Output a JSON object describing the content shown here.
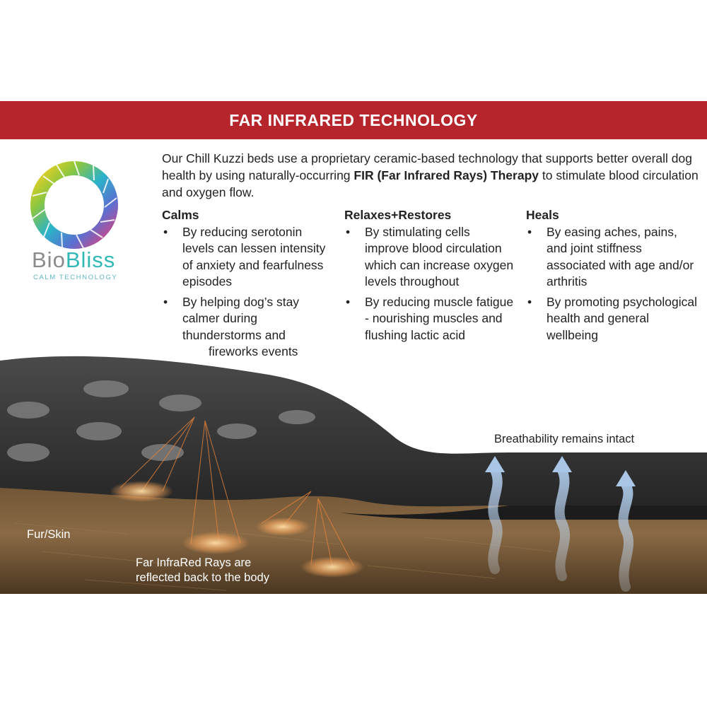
{
  "banner": {
    "title": "FAR INFRARED TECHNOLOGY"
  },
  "logo": {
    "brand_a": "Bio",
    "brand_b": "Bliss",
    "tagline": "CALM TECHNOLOGY"
  },
  "intro": {
    "text_1": "Our Chill Kuzzi beds use a proprietary ceramic-based technology that supports better overall dog health by using naturally-occurring ",
    "bold": "FIR (Far Infrared Rays) Therapy",
    "text_2": " to stimulate blood circulation and oxygen flow."
  },
  "columns": [
    {
      "heading": "Calms",
      "items": [
        "By reducing serotonin levels can lessen intensity of anxiety and fearfulness episodes",
        "By helping dog’s stay calmer during thunderstorms and",
        "fireworks events"
      ]
    },
    {
      "heading": "Relaxes+Restores",
      "items": [
        "By stimulating cells improve blood circulation which can increase oxygen levels throughout",
        "By reducing muscle fatigue - nourishing muscles and flushing lactic acid"
      ]
    },
    {
      "heading": "Heals",
      "items": [
        "By easing aches, pains, and joint stiffness associated with age and/or arthritis",
        "By promoting psychological health and general wellbeing"
      ]
    }
  ],
  "scene": {
    "breathability": "Breathability remains intact",
    "fur_skin": "Fur/Skin",
    "rays_1": "Far InfraRed Rays are",
    "rays_2": "reflected back to the body"
  },
  "colors": {
    "banner": "#b5252b",
    "brand_teal": "#2fb8b5",
    "ray": "#e8833a",
    "air": "#a9c6e6"
  }
}
